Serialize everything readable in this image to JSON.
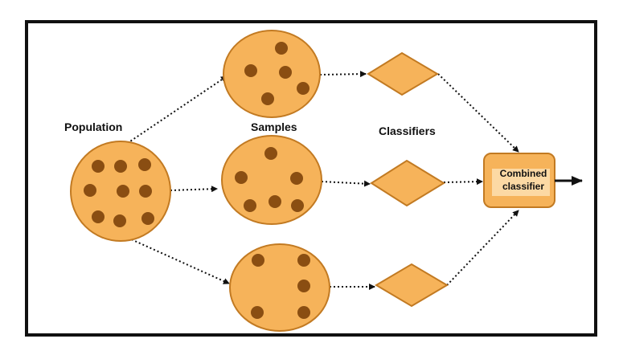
{
  "labels": {
    "population": "Population",
    "samples": "Samples",
    "classifiers": "Classifiers",
    "combined_line1": "Combined",
    "combined_line2": "classifier"
  },
  "colors": {
    "fill": "#F6B35A",
    "stroke": "#C27A22",
    "dot": "#8A4E12",
    "combined_inner": "#FCD9A4",
    "frame": "#111111"
  }
}
